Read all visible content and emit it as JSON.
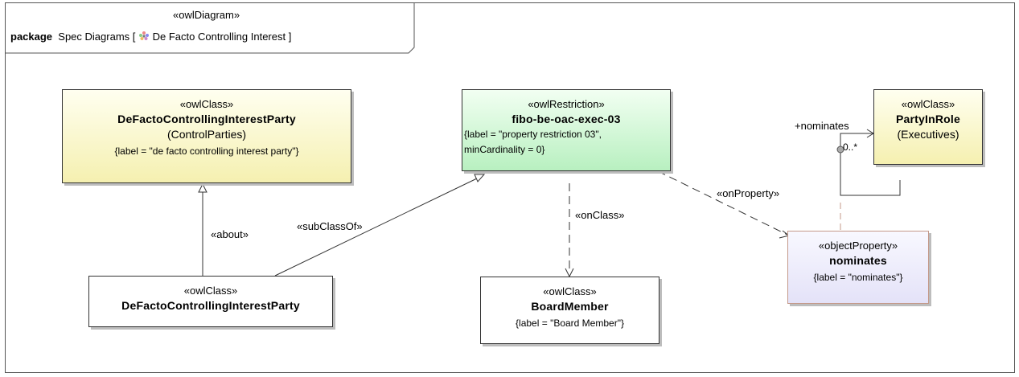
{
  "frame": {
    "stereotype": "«owlDiagram»",
    "keyword": "package",
    "title": "Spec Diagrams [",
    "diagram_name": "De Facto Controlling Interest ]"
  },
  "classes": [
    {
      "id": "dfcip1",
      "stereotype": "«owlClass»",
      "name": "DeFactoControllingInterestParty",
      "sub": "(ControlParties)",
      "label": "{label = \"de facto controlling interest party\"}"
    },
    {
      "id": "restr",
      "stereotype": "«owlRestriction»",
      "name": "fibo-be-oac-exec-03",
      "label1": "{label = \"property restriction 03\",",
      "label2": "minCardinality = 0}"
    },
    {
      "id": "pir",
      "stereotype": "«owlClass»",
      "name": "PartyInRole",
      "sub": "(Executives)"
    },
    {
      "id": "dfcip2",
      "stereotype": "«owlClass»",
      "name": "DeFactoControllingInterestParty"
    },
    {
      "id": "bm",
      "stereotype": "«owlClass»",
      "name": "BoardMember",
      "label": "{label = \"Board Member\"}"
    },
    {
      "id": "nom",
      "stereotype": "«objectProperty»",
      "name": "nominates",
      "label": "{label = \"nominates\"}"
    }
  ],
  "edges": {
    "about": "«about»",
    "subclassof": "«subClassOf»",
    "onclass": "«onClass»",
    "onproperty": "«onProperty»",
    "role": "+nominates",
    "multiplicity": "0..*"
  },
  "colors": {
    "yellow_top": "#fffff0",
    "yellow_bottom": "#f5f0b0",
    "green_top": "#f2fff2",
    "green_bottom": "#b8f0c0",
    "purple_top": "#f8f8ff",
    "purple_bottom": "#e4e2f8",
    "nom_border": "#c49a8a"
  }
}
